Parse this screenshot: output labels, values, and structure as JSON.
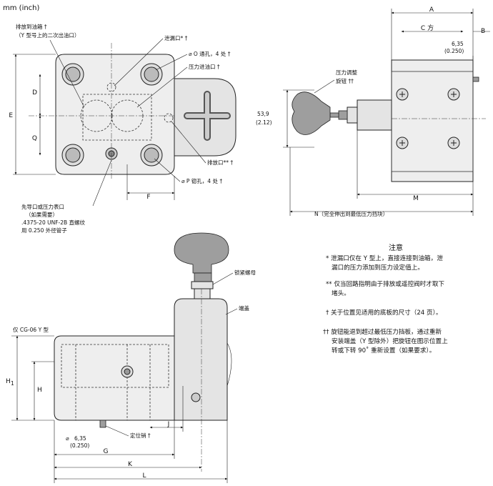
{
  "units_label": "mm (inch)",
  "top_view": {
    "drain_to_tank": "排放到油箱 †",
    "drain_to_tank_sub": "（Y 型号上的二次出油口）",
    "leak_port": "泄漏口* †",
    "o_through_holes": "⌀ O 通孔，4 处 †",
    "pressure_inlet": "压力进油口 †",
    "drain_port": "排放口** †",
    "p_spotface": "⌀ P 锪孔，4 处 †",
    "pilot_port_l1": "先导口或压力表口",
    "pilot_port_l2": "（如果需要）",
    "pilot_port_l3": ".4375-20 UNF-2B 直螺纹",
    "pilot_port_l4": "用 0.250 外径管子",
    "dim_D": "D",
    "dim_E": "E",
    "dim_Q": "Q",
    "dim_F": "F"
  },
  "side_view": {
    "dim_A": "A",
    "dim_B": "B",
    "dim_C": "C 方",
    "dim_635": "6,35",
    "dim_0250": "(0.250)",
    "knob_l1": "压力调整",
    "knob_l2": "旋钮 ††",
    "dim_539": "53,9",
    "dim_212": "(2.12)",
    "dim_M": "M",
    "dim_N": "N（完全伸出到最低压力挡块）"
  },
  "front_view": {
    "lock_nut": "锁紧螺母",
    "end_cap": "端盖",
    "cg06_only": "仅 CG-06 Y 型",
    "dim_H1": "H",
    "dim_H1_sub": "1",
    "dim_H": "H",
    "dim_J": "J",
    "dowel": "定位销 †",
    "dim_dia": "⌀",
    "dim_635": "6,35",
    "dim_0250": "(0.250)",
    "dim_G": "G",
    "dim_K": "K",
    "dim_L": "L"
  },
  "notes": {
    "title": "注意",
    "n1_l1": "* 泄漏口仅在 Y 型上，直接连接到油箱，泄",
    "n1_l2": "漏口的压力添加到压力设定值上。",
    "n2_l1": "** 仅当回路指明由于排放或遥控阀时才取下",
    "n2_l2": "堵头。",
    "n3_l1": "† 关于位置见适用的底板的尺寸（24 页）。",
    "n4_l1": "†† 旋钮能退到超过最低压力挡板，通过重新",
    "n4_l2": "安装端盖（Y 型除外）把旋钮在图示位置上",
    "n4_l3": "转或下转 90˚ 重新设置（如果要求）。"
  }
}
